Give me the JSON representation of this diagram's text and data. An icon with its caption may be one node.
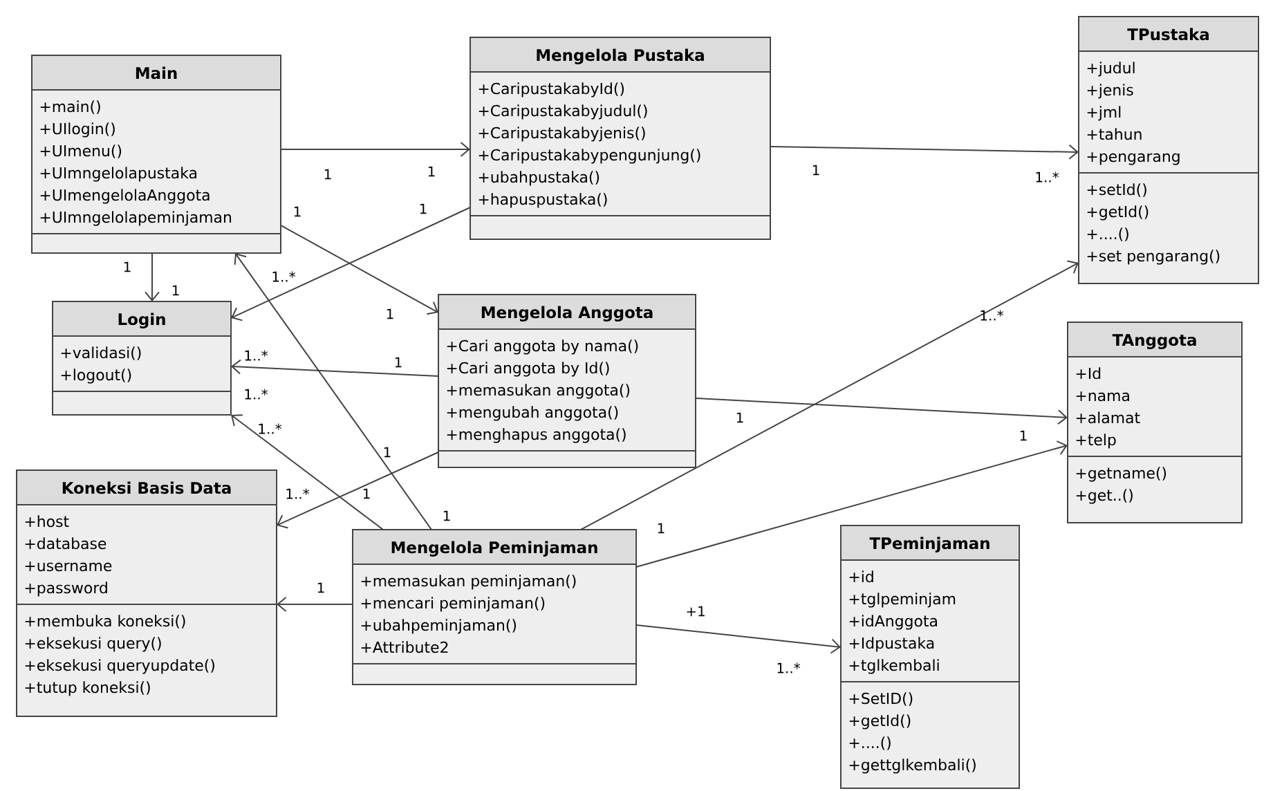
{
  "diagram": {
    "nodes": [
      {
        "text": [
          "Main",
          "+main()",
          "+UIlogin()",
          "+UImenu()",
          "+UImngelolapustaka",
          "+UImengelolaAnggota",
          "+UImngelolapeminjaman"
        ]
      },
      {
        "text": [
          "Mengelola Pustaka",
          "+CaripustakabyId()",
          "+Caripustakabyjudul()",
          "+Caripustakabyjenis()",
          "+Caripustakabypengunjung()",
          "+ubahpustaka()",
          "+hapuspustaka()"
        ]
      },
      {
        "text": [
          "TPustaka",
          "+judul",
          "+jenis",
          "+jml",
          "+tahun",
          "+pengarang",
          "+setId()",
          "+getId()",
          "+....()",
          "+set pengarang()"
        ]
      },
      {
        "text": [
          "Login",
          "+validasi()",
          "+logout()"
        ]
      },
      {
        "text": [
          "Mengelola Anggota",
          "+Cari anggota by nama()",
          "+Cari anggota by Id()",
          "+memasukan anggota()",
          "+mengubah anggota()",
          "+menghapus anggota()"
        ]
      },
      {
        "text": [
          "TAnggota",
          "+Id",
          "+nama",
          "+alamat",
          "+telp",
          "+getname()",
          "+get..()"
        ]
      },
      {
        "text": [
          "Koneksi Basis Data",
          "+host",
          "+database",
          "+username",
          "+password",
          "+membuka koneksi()",
          "+eksekusi query()",
          "+eksekusi queryupdate()",
          "+tutup koneksi()"
        ]
      },
      {
        "text": [
          "Mengelola Peminjaman",
          "+memasukan peminjaman()",
          "+mencari peminjaman()",
          "+ubahpeminjaman()",
          "+Attribute2"
        ]
      },
      {
        "text": [
          "TPeminjaman",
          "+id",
          "+tglpeminjam",
          "+idAnggota",
          "+Idpustaka",
          "+tglkembali",
          "+SetID()",
          "+getId()",
          "+....()",
          "+gettglkembali()"
        ]
      }
    ],
    "edges": [
      {
        "from": 0,
        "to": 1,
        "arrow": "to"
      },
      {
        "from": 0,
        "to": 3,
        "arrow": "to"
      },
      {
        "from": 1,
        "to": 3,
        "arrow": "to"
      },
      {
        "from": 0,
        "to": 4,
        "arrow": "to"
      },
      {
        "from": 1,
        "to": 2,
        "arrow": "to"
      },
      {
        "from": 4,
        "to": 3,
        "arrow": "to"
      },
      {
        "from": 4,
        "to": 5,
        "arrow": "to"
      },
      {
        "from": 7,
        "to": 0,
        "arrow": "to"
      },
      {
        "from": 7,
        "to": 3,
        "arrow": "to"
      },
      {
        "from": 4,
        "to": 6,
        "arrow": "to"
      },
      {
        "from": 7,
        "to": 6,
        "arrow": "to"
      },
      {
        "from": 7,
        "to": 2,
        "arrow": "to"
      },
      {
        "from": 7,
        "to": 5,
        "arrow": "to"
      },
      {
        "from": 7,
        "to": 8,
        "arrow": "to"
      }
    ],
    "labels": [
      "1",
      "1",
      "1",
      "1",
      "1",
      "1",
      "1..*",
      "1",
      "1",
      "1..*",
      "1..*",
      "1",
      "1..*",
      "1..*",
      "1",
      "1",
      "1..*",
      "1",
      "1",
      "1..*",
      "1",
      "1",
      "1",
      "+1",
      "1..*"
    ]
  }
}
